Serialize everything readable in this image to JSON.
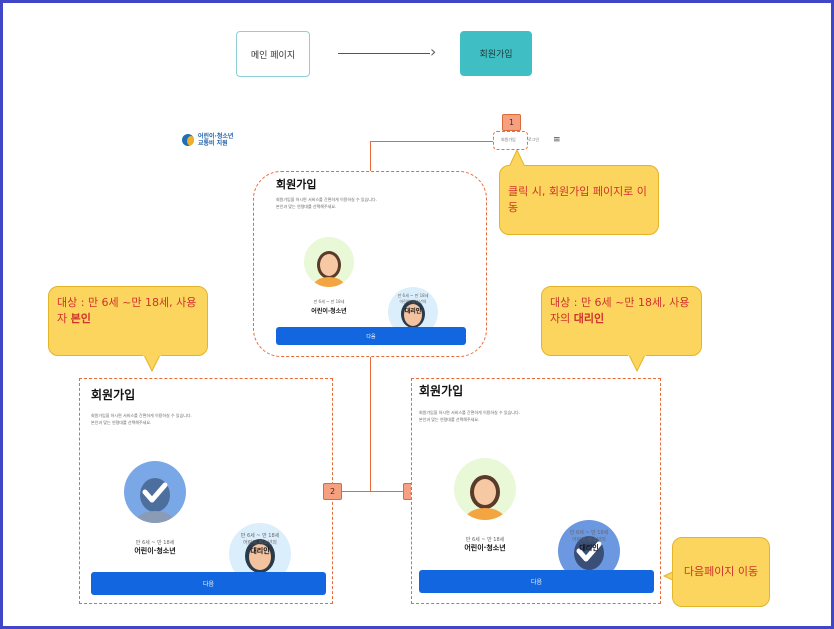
{
  "flow": {
    "main_page_label": "메인 페이지",
    "signup_label": "회원가입",
    "colors": {
      "main_border": "#8cd0d6",
      "signup_fill": "#3fbfc4"
    }
  },
  "header": {
    "logo_line1": "어린이·청소년",
    "logo_line2": "교통비 지원",
    "signup_link": "회원가입",
    "login_link": "로그인",
    "menu_icon": "hamburger-icon"
  },
  "markers": {
    "m1": "1",
    "m2": "2",
    "m3": "3"
  },
  "callouts": {
    "c1": "클릭 시, 회원가입 페이지로 이동",
    "c2_prefix": "대상 : 만 6세 ~만 18세, 사용자 ",
    "c2_highlight": "본인",
    "c3_prefix": "대상 : 만 6세 ~만 18세, 사용자의 ",
    "c3_highlight": "대리인",
    "c4": "다음페이지 이동"
  },
  "panels": {
    "top": {
      "title": "회원가입",
      "desc1": "회원가입을 하시면 서비스를 간편하게 이용하실 수 있습니다.",
      "desc2": "본인과 맞는 연령대를 선택해주세요.",
      "child_age": "만 6세 ~ 만 18세",
      "child_label": "어린이·청소년",
      "proxy_age": "만 6세 ~ 만 18세",
      "proxy_sub": "어린이·청소년의",
      "proxy_label": "대리인",
      "button": "다음"
    },
    "left": {
      "title": "회원가입",
      "desc1": "회원가입을 하시면 서비스를 간편하게 이용하실 수 있습니다.",
      "desc2": "본인과 맞는 연령대를 선택해주세요.",
      "child_age": "만 6세 ~ 만 18세",
      "child_label": "어린이·청소년",
      "proxy_age": "만 6세 ~ 만 18세",
      "proxy_sub": "어린이·청소년의",
      "proxy_label": "대리인",
      "button": "다음"
    },
    "right": {
      "title": "회원가입",
      "desc1": "회원가입을 하시면 서비스를 간편하게 이용하실 수 있습니다.",
      "desc2": "본인과 맞는 연령대를 선택해주세요.",
      "child_age": "만 6세 ~ 만 18세",
      "child_label": "어린이·청소년",
      "proxy_age": "만 6세 ~ 만 18세",
      "proxy_sub": "어린이·청소년의",
      "proxy_label": "대리인",
      "button": "다음"
    }
  },
  "colors": {
    "accent": "#1266e0",
    "dash": "#e56b3a",
    "callout": "#fcd55e",
    "frame": "#3f46c8"
  }
}
